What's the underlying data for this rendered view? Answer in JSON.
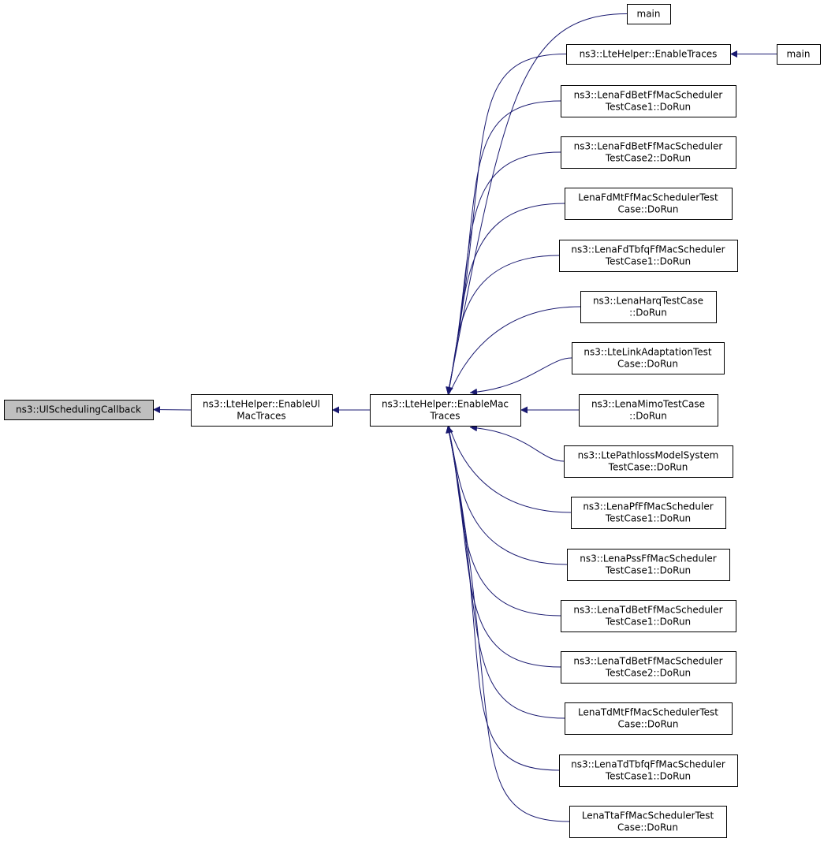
{
  "graph": {
    "edge_color": "#191970",
    "node_fill": "#ffffff",
    "highlight_fill": "#bfbfbf",
    "nodes": [
      {
        "id": "ulsched",
        "lines": [
          "ns3::UlSchedulingCallback"
        ],
        "highlight": true
      },
      {
        "id": "enableul",
        "lines": [
          "ns3::LteHelper::EnableUl",
          "MacTraces"
        ]
      },
      {
        "id": "enablemac",
        "lines": [
          "ns3::LteHelper::EnableMac",
          "Traces"
        ]
      },
      {
        "id": "main1",
        "lines": [
          "main"
        ]
      },
      {
        "id": "enabletraces",
        "lines": [
          "ns3::LteHelper::EnableTraces"
        ]
      },
      {
        "id": "main2",
        "lines": [
          "main"
        ]
      },
      {
        "id": "fdbet1",
        "lines": [
          "ns3::LenaFdBetFfMacScheduler",
          "TestCase1::DoRun"
        ]
      },
      {
        "id": "fdbet2",
        "lines": [
          "ns3::LenaFdBetFfMacScheduler",
          "TestCase2::DoRun"
        ]
      },
      {
        "id": "fdmt",
        "lines": [
          "LenaFdMtFfMacSchedulerTest",
          "Case::DoRun"
        ]
      },
      {
        "id": "fdtbfq",
        "lines": [
          "ns3::LenaFdTbfqFfMacScheduler",
          "TestCase1::DoRun"
        ]
      },
      {
        "id": "harq",
        "lines": [
          "ns3::LenaHarqTestCase",
          "::DoRun"
        ]
      },
      {
        "id": "linkadapt",
        "lines": [
          "ns3::LteLinkAdaptationTest",
          "Case::DoRun"
        ]
      },
      {
        "id": "mimo",
        "lines": [
          "ns3::LenaMimoTestCase",
          "::DoRun"
        ]
      },
      {
        "id": "pathloss",
        "lines": [
          "ns3::LtePathlossModelSystem",
          "TestCase::DoRun"
        ]
      },
      {
        "id": "pf",
        "lines": [
          "ns3::LenaPfFfMacScheduler",
          "TestCase1::DoRun"
        ]
      },
      {
        "id": "pss",
        "lines": [
          "ns3::LenaPssFfMacScheduler",
          "TestCase1::DoRun"
        ]
      },
      {
        "id": "tdbet1",
        "lines": [
          "ns3::LenaTdBetFfMacScheduler",
          "TestCase1::DoRun"
        ]
      },
      {
        "id": "tdbet2",
        "lines": [
          "ns3::LenaTdBetFfMacScheduler",
          "TestCase2::DoRun"
        ]
      },
      {
        "id": "tdmt",
        "lines": [
          "LenaTdMtFfMacSchedulerTest",
          "Case::DoRun"
        ]
      },
      {
        "id": "tdtbfq",
        "lines": [
          "ns3::LenaTdTbfqFfMacScheduler",
          "TestCase1::DoRun"
        ]
      },
      {
        "id": "tta",
        "lines": [
          "LenaTtaFfMacSchedulerTest",
          "Case::DoRun"
        ]
      }
    ],
    "edges": [
      {
        "from": "enableul",
        "to": "ulsched"
      },
      {
        "from": "enablemac",
        "to": "enableul"
      },
      {
        "from": "main1",
        "to": "enablemac"
      },
      {
        "from": "enabletraces",
        "to": "enablemac"
      },
      {
        "from": "main2",
        "to": "enabletraces"
      },
      {
        "from": "fdbet1",
        "to": "enablemac"
      },
      {
        "from": "fdbet2",
        "to": "enablemac"
      },
      {
        "from": "fdmt",
        "to": "enablemac"
      },
      {
        "from": "fdtbfq",
        "to": "enablemac"
      },
      {
        "from": "harq",
        "to": "enablemac"
      },
      {
        "from": "linkadapt",
        "to": "enablemac"
      },
      {
        "from": "mimo",
        "to": "enablemac"
      },
      {
        "from": "pathloss",
        "to": "enablemac"
      },
      {
        "from": "pf",
        "to": "enablemac"
      },
      {
        "from": "pss",
        "to": "enablemac"
      },
      {
        "from": "tdbet1",
        "to": "enablemac"
      },
      {
        "from": "tdbet2",
        "to": "enablemac"
      },
      {
        "from": "tdmt",
        "to": "enablemac"
      },
      {
        "from": "tdtbfq",
        "to": "enablemac"
      },
      {
        "from": "tta",
        "to": "enablemac"
      }
    ]
  }
}
